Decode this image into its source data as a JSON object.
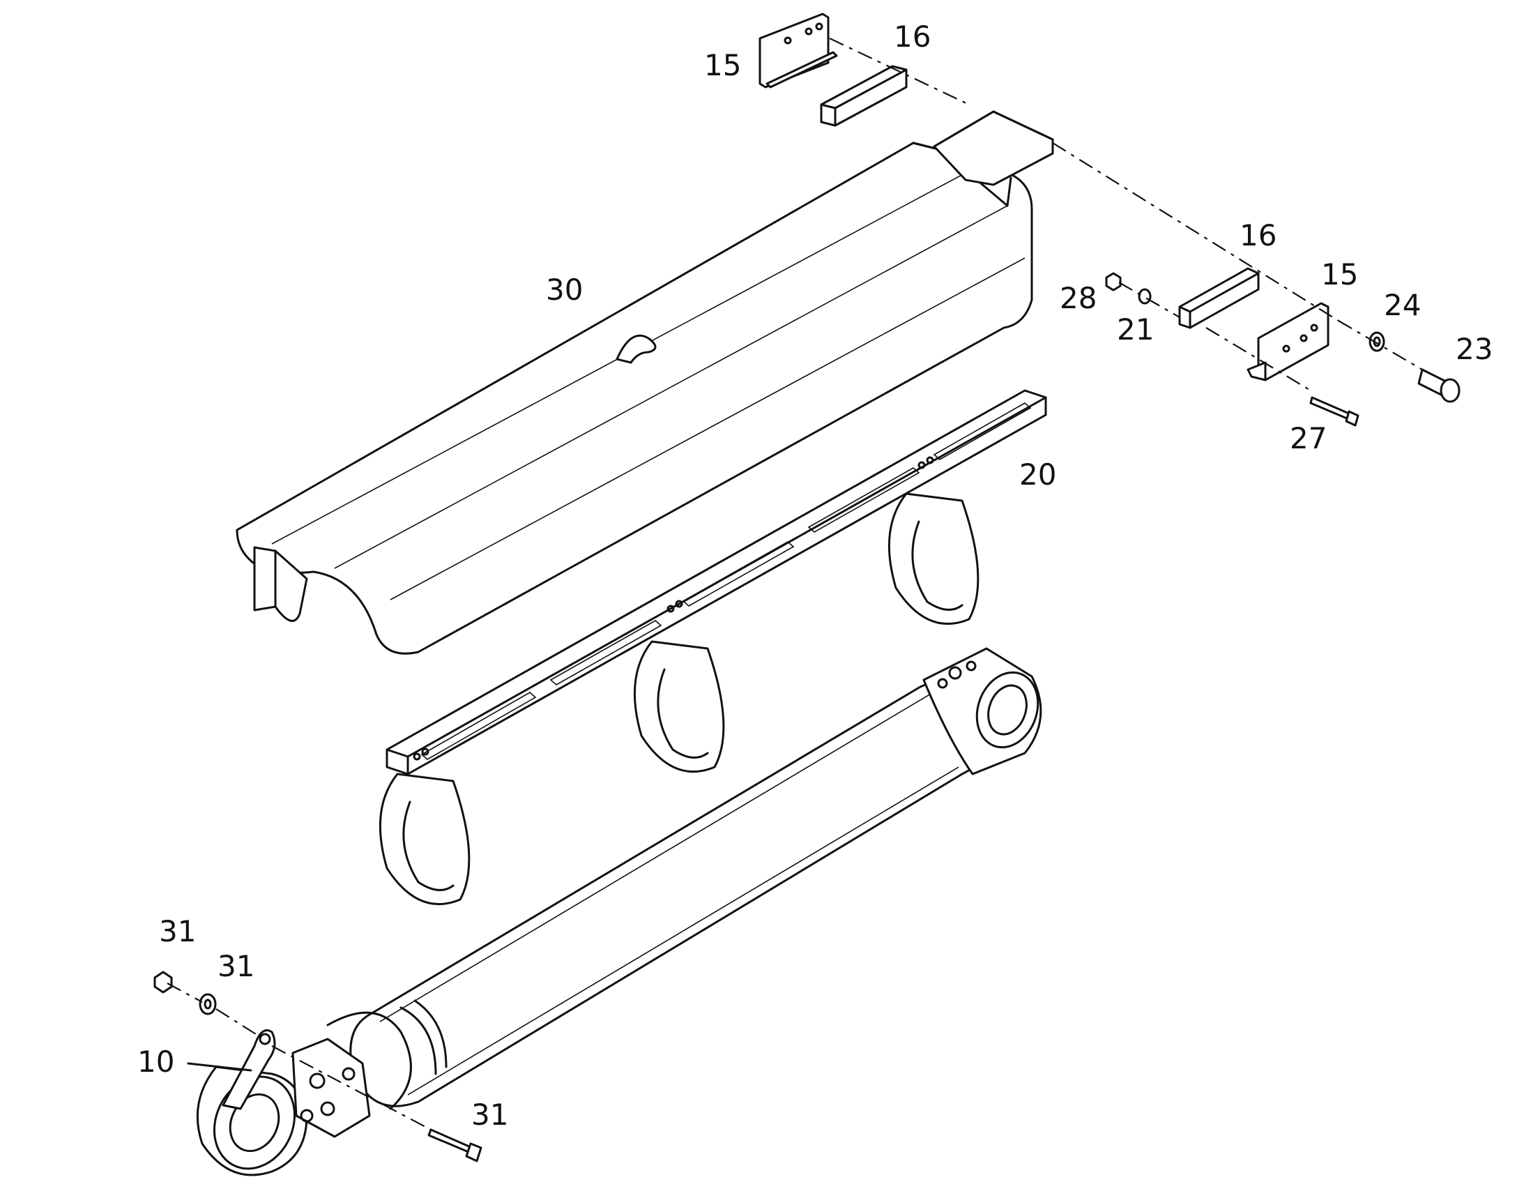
{
  "colors": {
    "line": "#111111",
    "background": "#ffffff"
  },
  "callouts": {
    "top_bracket_left": "15",
    "top_slide_left": "16",
    "cover": "30",
    "slide_right": "16",
    "bracket_right": "15",
    "nut_28": "28",
    "washer_21": "21",
    "washer_24": "24",
    "screw_23": "23",
    "bolt_27": "27",
    "frame": "20",
    "nut_31": "31",
    "washer_31": "31",
    "lever": "10",
    "bolt_31": "31"
  }
}
